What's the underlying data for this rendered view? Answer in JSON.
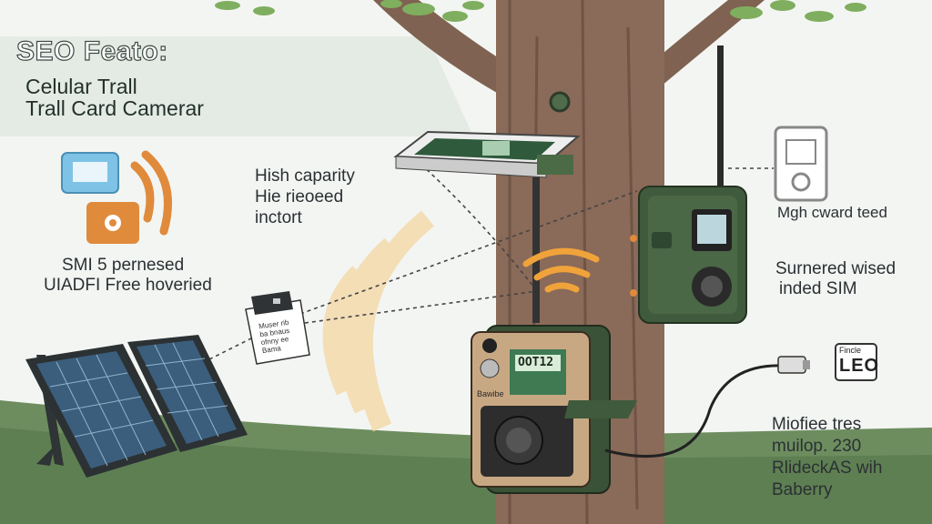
{
  "heading": {
    "title": "SEO Feato:",
    "line1": "Celular Trall",
    "line2": "Trall Card Camerar"
  },
  "labels": {
    "capacity_line1": "Hish caparity",
    "capacity_line2": "Hie rieoeed",
    "capacity_line3": "inctort",
    "sim_line1": "SMI 5 pernesed",
    "sim_line2": "UIADFI Free hoveried",
    "card_speed": "Mgh cward teed",
    "surnered_line1": "Surnered wised",
    "surnered_line2": "inded SIM",
    "battery_line1": "Miofiee tres",
    "battery_line2": "muilop. 230",
    "battery_line3": "RlideckAS wih",
    "battery_line4": "Baberry"
  },
  "card": {
    "line1": "Muser rib",
    "line2": "ba bnaus",
    "line3": "ofnny ee",
    "line4": "Bama"
  },
  "camera_front": {
    "screen_text": "OOT12",
    "panel_text": "Bawibe"
  },
  "usb_icon": {
    "top_text": "Fincle",
    "main_text": "LEO"
  },
  "icons": [
    "phone-icon",
    "wifi-signal-icon",
    "sd-card-icon",
    "usb-cable-icon",
    "solar-panel-icon",
    "trail-camera-icon"
  ],
  "colors": {
    "signal": "#f0a33a",
    "camera_green": "#3f5a3c",
    "trunk": "#8a6a58",
    "icon_blue": "#7ec3e6",
    "icon_orange": "#e08a3c"
  }
}
